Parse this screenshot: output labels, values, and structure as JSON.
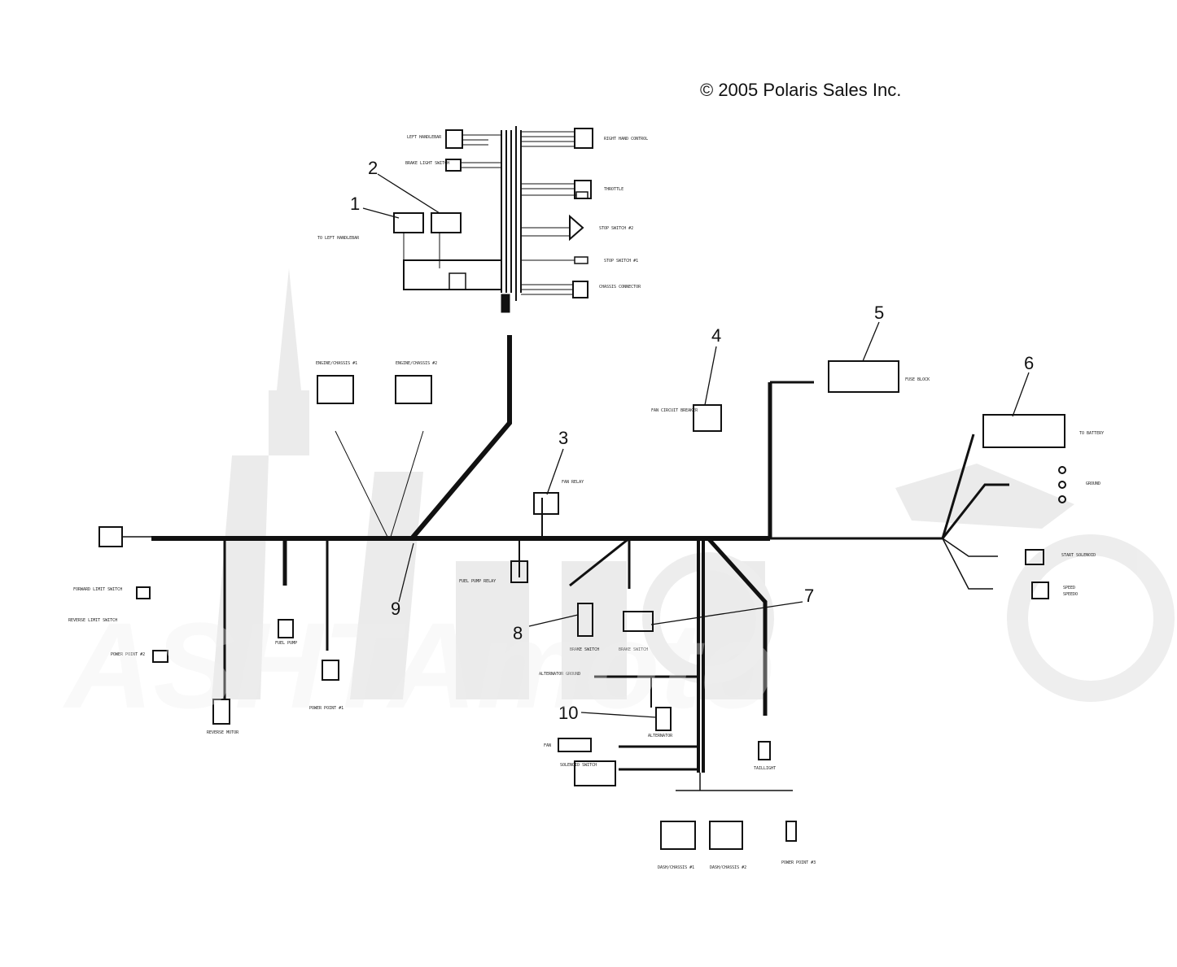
{
  "copyright": "© 2005 Polaris Sales Inc.",
  "callouts": [
    "1",
    "2",
    "3",
    "4",
    "5",
    "6",
    "7",
    "8",
    "9",
    "10"
  ],
  "labels": {
    "left_handlebar": "TO LEFT HANDLEBAR",
    "left_handlebar_top": "LEFT HANDLEBAR",
    "brake_light_switch": "BRAKE LIGHT SWITCH",
    "right_hand_control": "RIGHT HAND CONTROL",
    "throttle": "THROTTLE",
    "stop_switch_2": "STOP SWITCH #2",
    "stop_switch_1": "STOP SWITCH #1",
    "chassis_connector": "CHASSIS CONNECTOR",
    "engine_chassis_1": "ENGINE/CHASSIS #1",
    "engine_chassis_2": "ENGINE/CHASSIS #2",
    "fan_relay": "FAN RELAY",
    "fan_circuit_breaker": "FAN CIRCUIT BREAKER",
    "fuse_block": "FUSE BLOCK",
    "to_battery": "TO BATTERY",
    "ground": "GROUND",
    "start_solenoid": "START SOLENOID",
    "speedometer": "SPEED",
    "speedo": "SPEEDO",
    "forward_limit_switch": "FORWARD LIMIT SWITCH",
    "reverse_limit_switch": "REVERSE LIMIT SWITCH",
    "power_point_2": "POWER POINT #2",
    "fuel_pump": "FUEL PUMP",
    "fuel_pump_relay": "FUEL PUMP RELAY",
    "power_point_1": "POWER POINT #1",
    "reverse_motor": "REVERSE MOTOR",
    "brake_switch": "BRAKE SWITCH",
    "brake_switch_b": "BRAKE SWITCH",
    "alternator_ground": "ALTERNATOR GROUND",
    "alternator": "ALTERNATOR",
    "fan": "FAN",
    "solenoid_switch": "SOLENOID SWITCH",
    "taillight": "TAILLIGHT",
    "dash_chassis_1": "DASH/CHASSIS #1",
    "dash_chassis_2": "DASH/CHASSIS #2",
    "power_point_3": "POWER POINT #3"
  },
  "watermark": "ASHTAmoto"
}
